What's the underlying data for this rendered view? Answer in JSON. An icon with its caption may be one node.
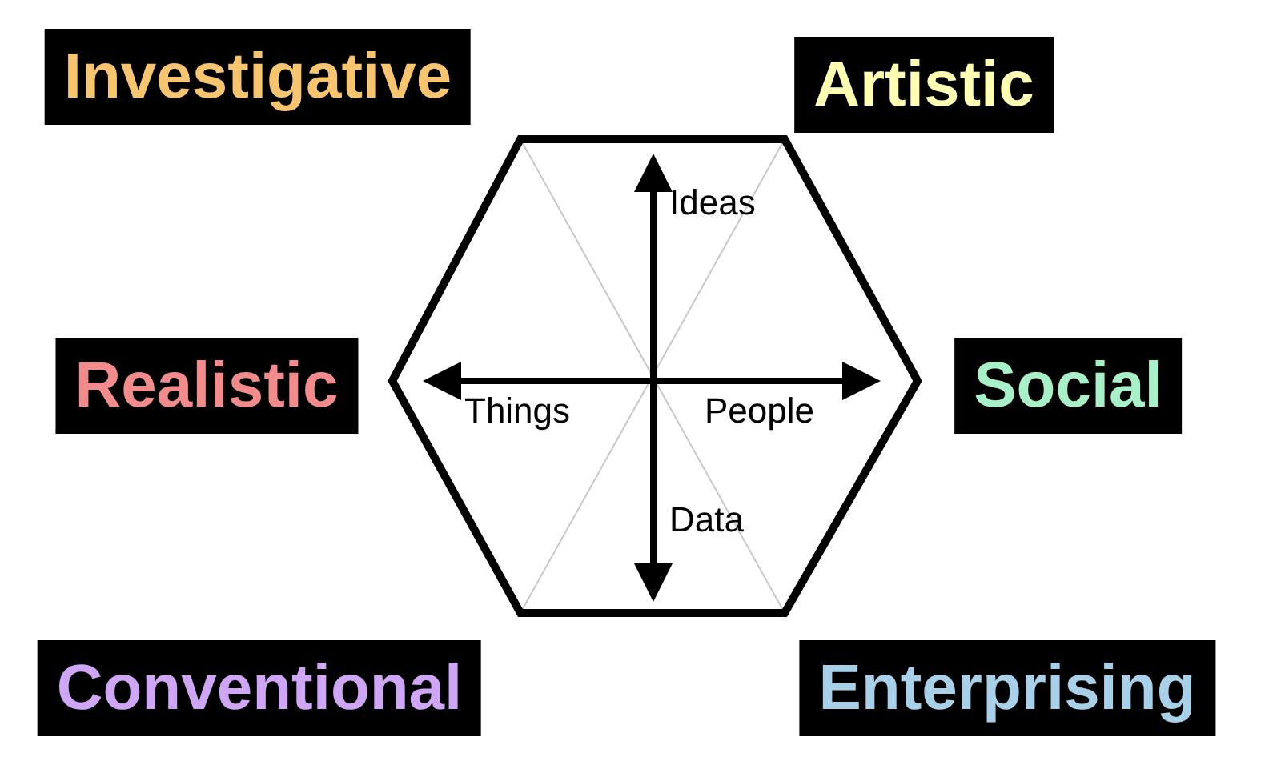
{
  "diagram": {
    "nodes": [
      {
        "text": [
          "Investigative"
        ]
      },
      {
        "text": [
          "Artistic"
        ]
      },
      {
        "text": [
          "Realistic"
        ]
      },
      {
        "text": [
          "Social"
        ]
      },
      {
        "text": [
          "Conventional"
        ]
      },
      {
        "text": [
          "Enterprising"
        ]
      },
      {
        "text": [],
        "shape": "hexagon"
      }
    ],
    "labels": [
      "Ideas",
      "Things",
      "People",
      "Data"
    ]
  }
}
